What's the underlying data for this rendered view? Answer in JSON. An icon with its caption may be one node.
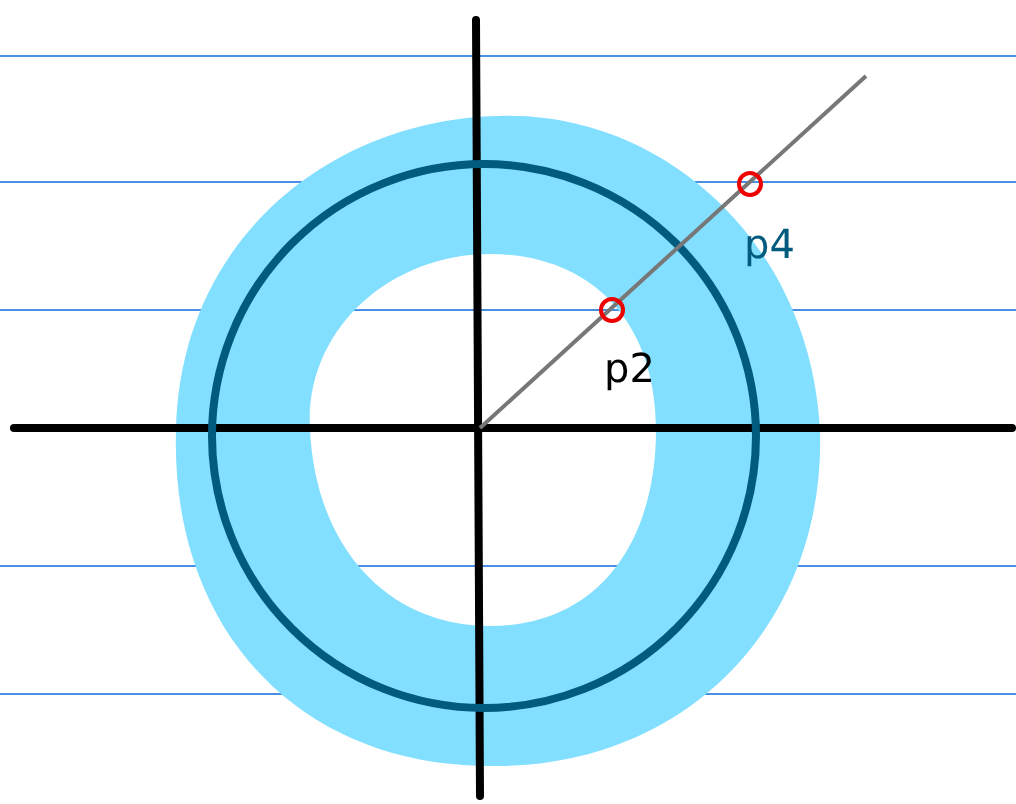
{
  "diagram": {
    "nodes": [
      {
        "text": [],
        "shape": "circle",
        "beside": [
          "p4"
        ]
      },
      {
        "text": [],
        "shape": "circle",
        "beside": [
          "p2"
        ]
      }
    ]
  }
}
